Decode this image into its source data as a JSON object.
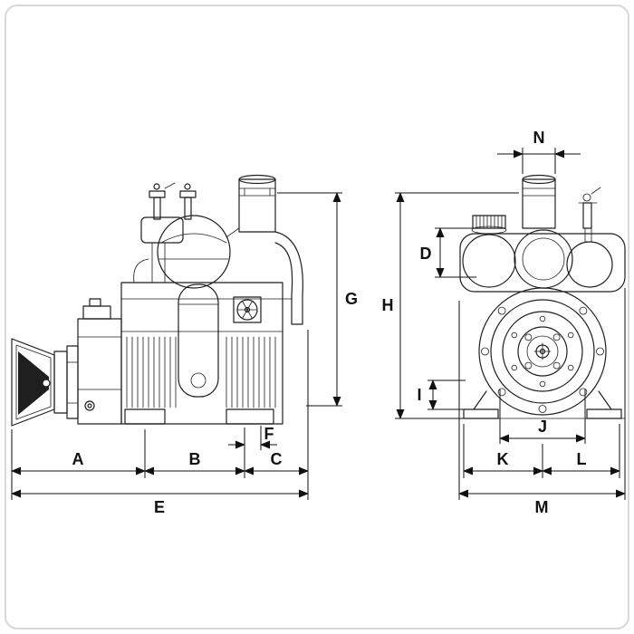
{
  "colors": {
    "background": "#ffffff",
    "frame_border": "#d8d8d8",
    "line": "#1f1f1f",
    "dimension": "#111111"
  },
  "dimensions": {
    "a": "A",
    "b": "B",
    "c": "C",
    "e": "E",
    "f": "F",
    "g": "G",
    "n": "N",
    "d": "D",
    "h": "H",
    "i": "I",
    "j": "J",
    "k": "K",
    "l": "L",
    "m": "M"
  }
}
